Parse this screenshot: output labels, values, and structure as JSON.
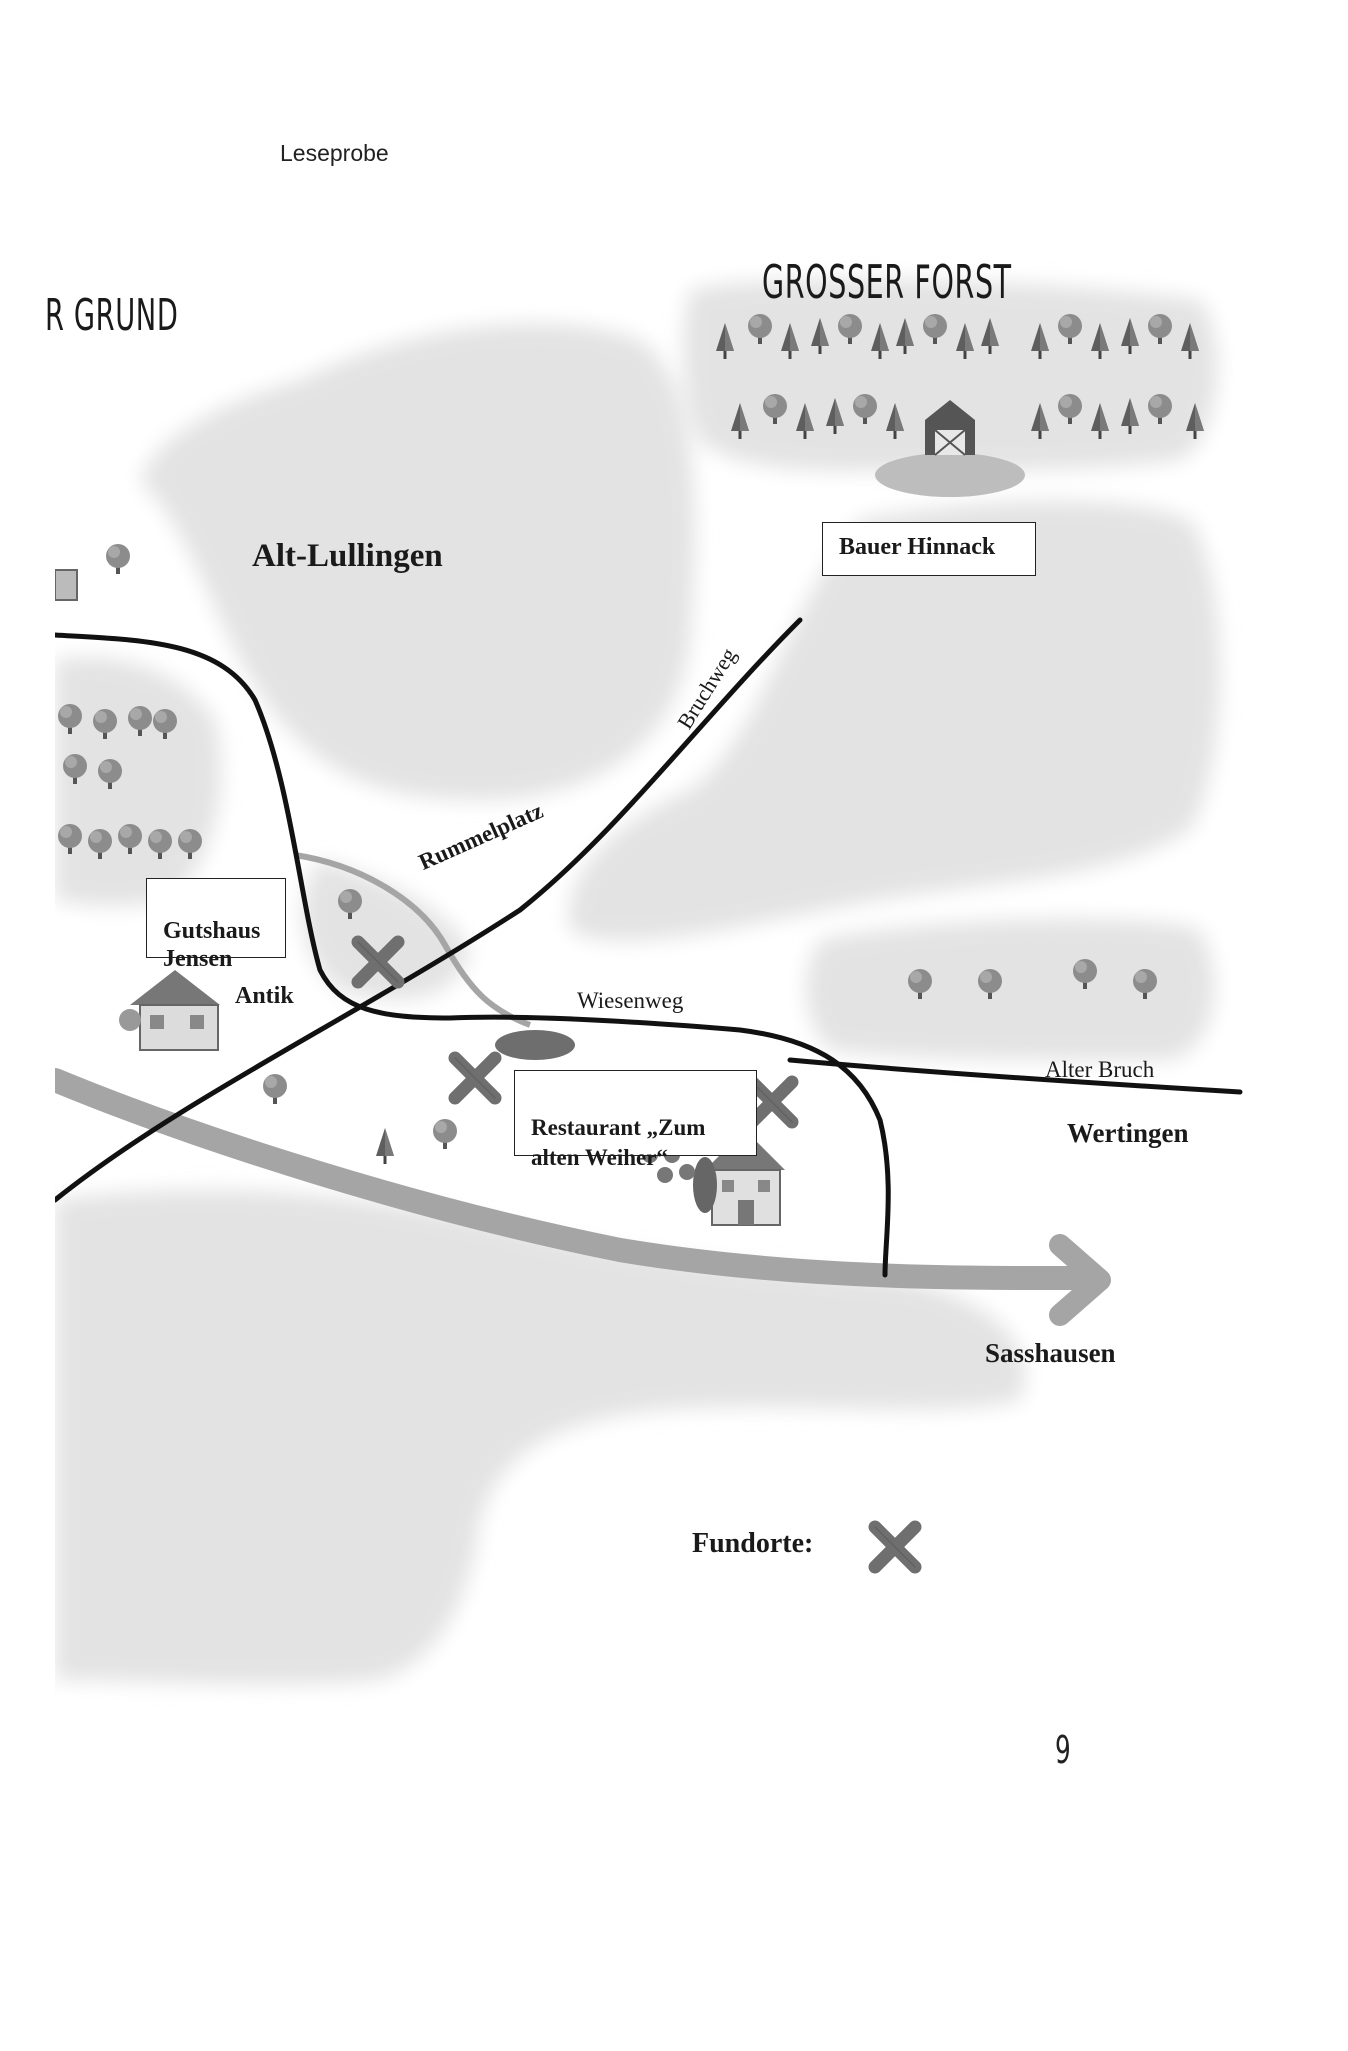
{
  "header": {
    "label": "Leseprobe"
  },
  "map": {
    "areas": {
      "left_top": "R GRUND",
      "forest": "GROSSER FORST"
    },
    "places": {
      "alt_lullingen": "Alt-Lullingen",
      "bauer_hinnack": "Bauer Hinnack",
      "gutshaus_jensen": "Gutshaus\nJensen",
      "antik": "Antik",
      "restaurant": "Restaurant „Zum\nalten Weiher“",
      "wertingen": "Wertingen",
      "sasshausen": "Sasshausen"
    },
    "roads": {
      "bruchweg": "Bruchweg",
      "rummelplatz": "Rummelplatz",
      "wiesenweg": "Wiesenweg",
      "alter_bruch": "Alter Bruch"
    },
    "legend": {
      "label": "Fundorte:",
      "icon": "cross-marker-icon"
    },
    "colors": {
      "region": "#e4e4e4",
      "road": "#111111",
      "path": "#a3a3a3",
      "marker": "#6f6f6f"
    }
  },
  "page": {
    "number": "9"
  }
}
